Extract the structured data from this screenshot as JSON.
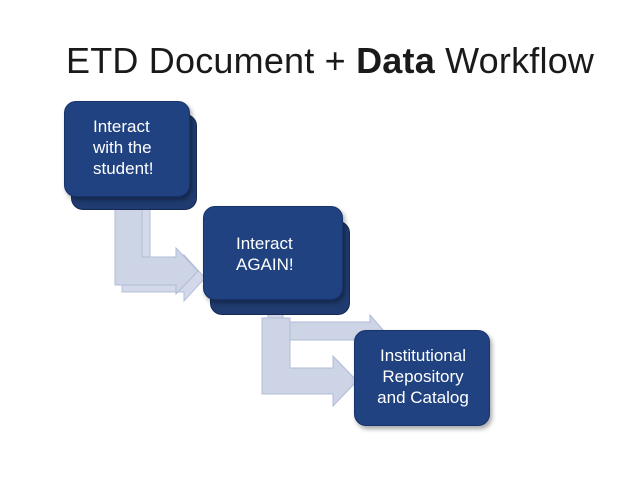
{
  "title": {
    "prefix": "ETD Document + ",
    "bold": "Data",
    "suffix": " Workflow"
  },
  "steps": [
    {
      "label": "Interact\nwith the\nstudent!"
    },
    {
      "label": "Interact\nAGAIN!"
    },
    {
      "label": "Institutional\nRepository\nand Catalog"
    }
  ],
  "colors": {
    "box_fill": "#204281",
    "box_back": "#1f3b70",
    "arrow_fill": "#cdd4e6",
    "arrow_stroke": "#b0bbd6",
    "title_text": "#1a1a1a"
  }
}
